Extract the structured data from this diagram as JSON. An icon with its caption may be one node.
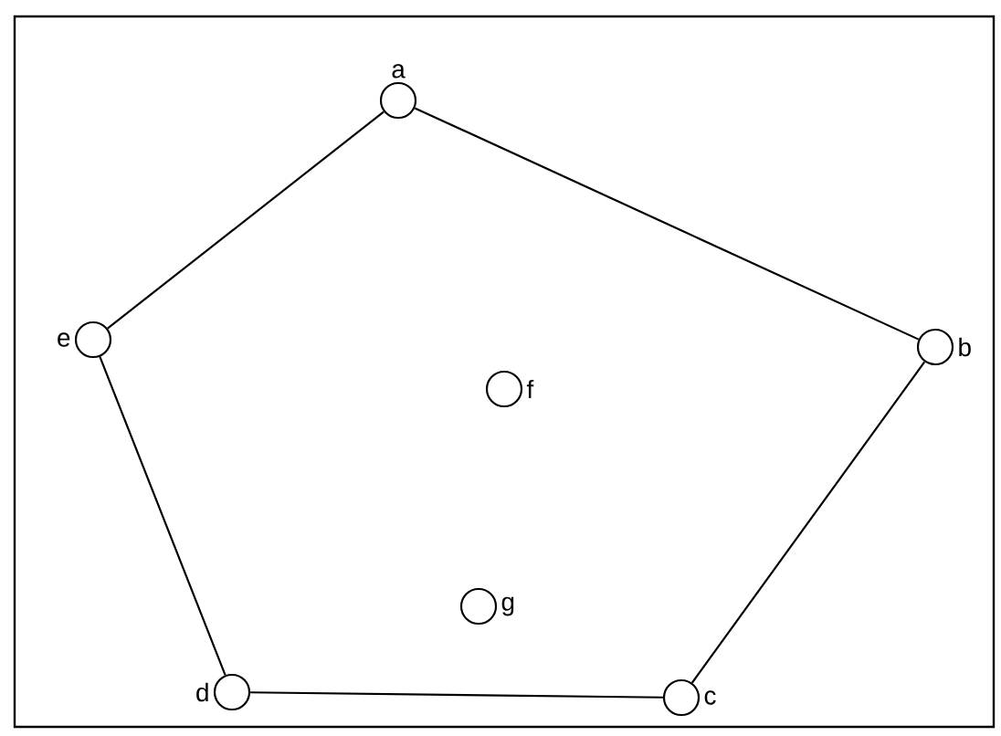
{
  "diagram": {
    "nodes": [
      {
        "text": [],
        "shape": "circle",
        "beside": [
          "a"
        ]
      },
      {
        "text": [],
        "shape": "circle",
        "beside": [
          "b"
        ]
      },
      {
        "text": [],
        "shape": "circle",
        "beside": [
          "c"
        ]
      },
      {
        "text": [],
        "shape": "circle",
        "beside": [
          "d"
        ]
      },
      {
        "text": [],
        "shape": "circle",
        "beside": [
          "e"
        ]
      },
      {
        "text": [],
        "shape": "circle",
        "beside": [
          "f"
        ]
      },
      {
        "text": [],
        "shape": "circle",
        "beside": [
          "g"
        ]
      }
    ],
    "edges": [
      {
        "from": 0,
        "to": 1,
        "arrow": "none"
      },
      {
        "from": 1,
        "to": 2,
        "arrow": "none"
      },
      {
        "from": 2,
        "to": 3,
        "arrow": "none"
      },
      {
        "from": 3,
        "to": 4,
        "arrow": "none"
      },
      {
        "from": 4,
        "to": 0,
        "arrow": "none"
      }
    ]
  }
}
